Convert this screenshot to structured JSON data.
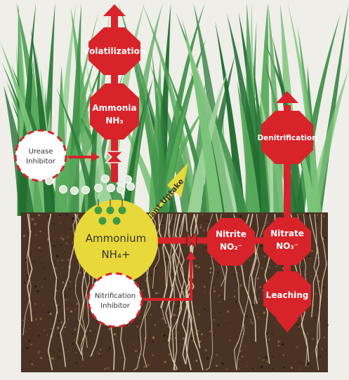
{
  "colors": {
    "background": "#efeee9",
    "process_red": "#d8232a",
    "ammonium_yellow": "#e8d83a",
    "soil": "#4a3324",
    "grass_dark": "#2e7d3a",
    "grass_light": "#7cc47a",
    "root": "#e9dcc0"
  },
  "labels": {
    "volatilization": "Volatilization",
    "ammonia": "Ammonia",
    "ammonia_formula": "NH₃",
    "urease_line1": "Urease",
    "urease_line2": "Inhibitor",
    "denitrification": "Denitrification",
    "plant_uptake": "Plant Uptake",
    "ammonium": "Ammonium",
    "ammonium_formula": "NH₄+",
    "nitrite": "Nitrite",
    "nitrite_formula": "NO₂⁻",
    "nitrate": "Nitrate",
    "nitrate_formula": "NO₃⁻",
    "leaching": "Leaching",
    "nitrification_line1": "Nitrification",
    "nitrification_line2": "Inhibitor"
  },
  "icons": {
    "up_arrow": "up-arrow-icon",
    "down_arrow": "down-arrow-icon",
    "block": "block-bowtie-icon"
  }
}
